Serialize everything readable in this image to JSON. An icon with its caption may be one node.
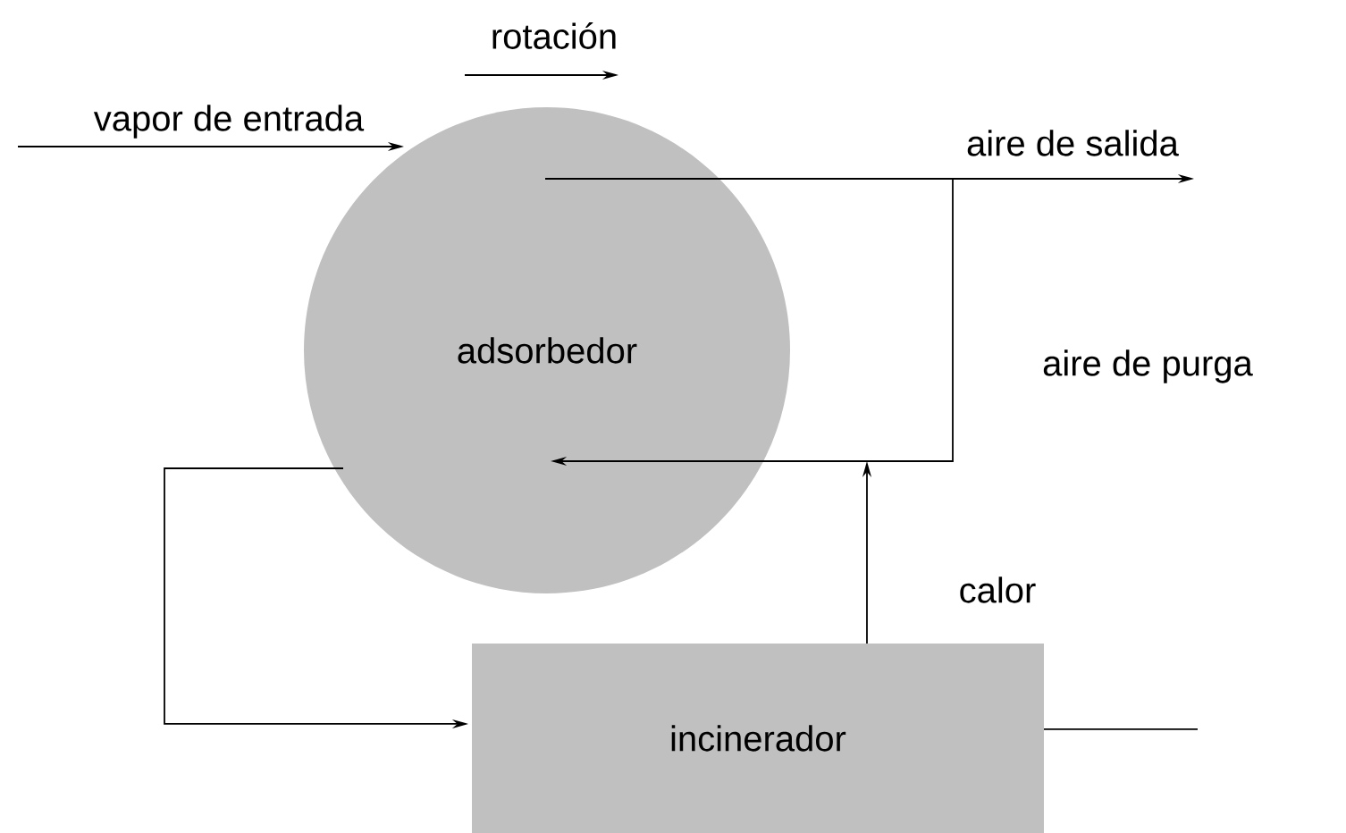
{
  "diagram": {
    "nodes": [
      {
        "text": [
          "adsorbedor"
        ]
      },
      {
        "text": [
          "incinerador"
        ]
      }
    ],
    "edges": [
      {
        "from": null,
        "to": 0,
        "arrow": "to",
        "label": "vapor de entrada"
      },
      {
        "from": 0,
        "to": null,
        "arrow": "to",
        "label": "aire de salida"
      },
      {
        "from": null,
        "to": 0,
        "arrow": "to",
        "label": "aire de purga"
      },
      {
        "from": 1,
        "to": 0,
        "arrow": "to",
        "label": "calor"
      },
      {
        "from": 0,
        "to": 1,
        "arrow": "to"
      },
      {
        "from": 1,
        "to": null,
        "arrow": "none"
      }
    ],
    "labels": [
      "rotación"
    ]
  }
}
